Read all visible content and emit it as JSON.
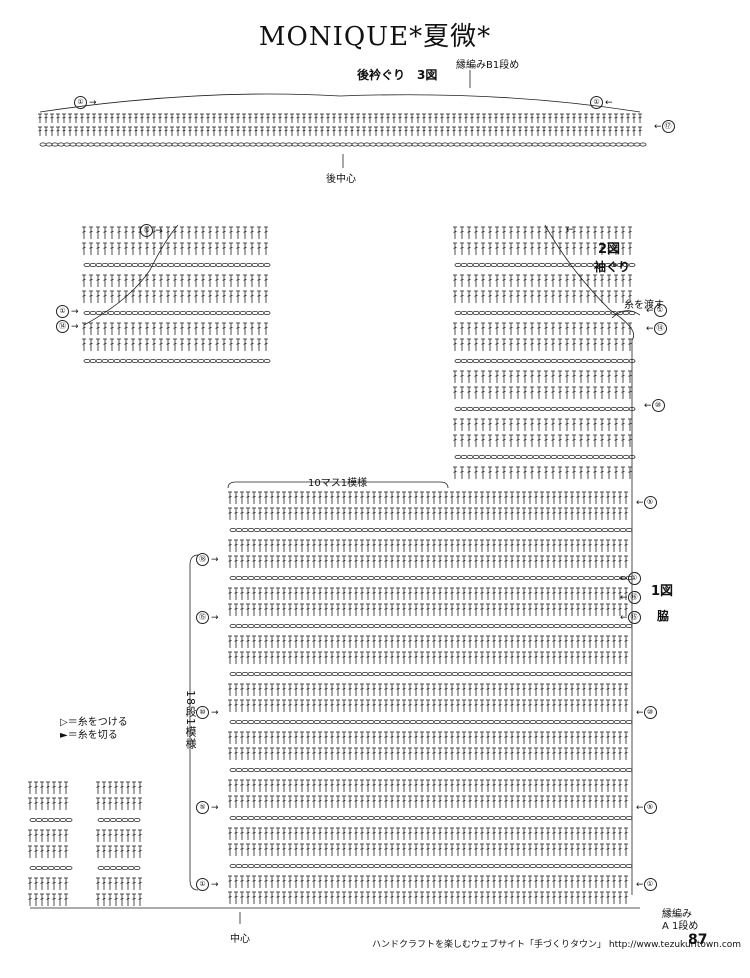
{
  "title": "MONIQUE*夏微*",
  "fig3": {
    "label": "後衿ぐり　3図",
    "edge_label": "縁編みB1段め",
    "center_label": "後中心",
    "rows": {
      "r1_left": "①",
      "r1_right": "①",
      "r17": "⑰"
    }
  },
  "fig2": {
    "number": "2図",
    "name": "袖ぐり",
    "carry_yarn": "糸を渡す",
    "rows": {
      "r5_left": "⑤",
      "r1_left": "①",
      "r14_left": "⑭",
      "r1_right": "①",
      "r14_right": "⑭",
      "r10_right": "⑩",
      "r5_right": "⑤"
    }
  },
  "fig1": {
    "number": "1図",
    "name": "脇",
    "repeat_label": "10マス1模様",
    "vertical_label": "18段1模様",
    "center_label": "中心",
    "edge_label_1": "縁編み",
    "edge_label_2": "A 1段め",
    "rows": {
      "r18": "⑱",
      "r15_left": "⑮",
      "r10_left": "⑩",
      "r5_left": "⑤",
      "r1_left": "①",
      "r1_right_top": "①",
      "r16_right": "⑯",
      "r15_right": "⑮",
      "r10_right": "⑩",
      "r5_right": "⑤",
      "r1_right": "①"
    }
  },
  "legend": {
    "attach": "▷＝糸をつける",
    "cut": "►＝糸を切る"
  },
  "footer": {
    "text": "ハンドクラフトを楽しむウェブサイト「手づくりタウン」 http://www.tezukuritown.com",
    "page_number": "87"
  }
}
